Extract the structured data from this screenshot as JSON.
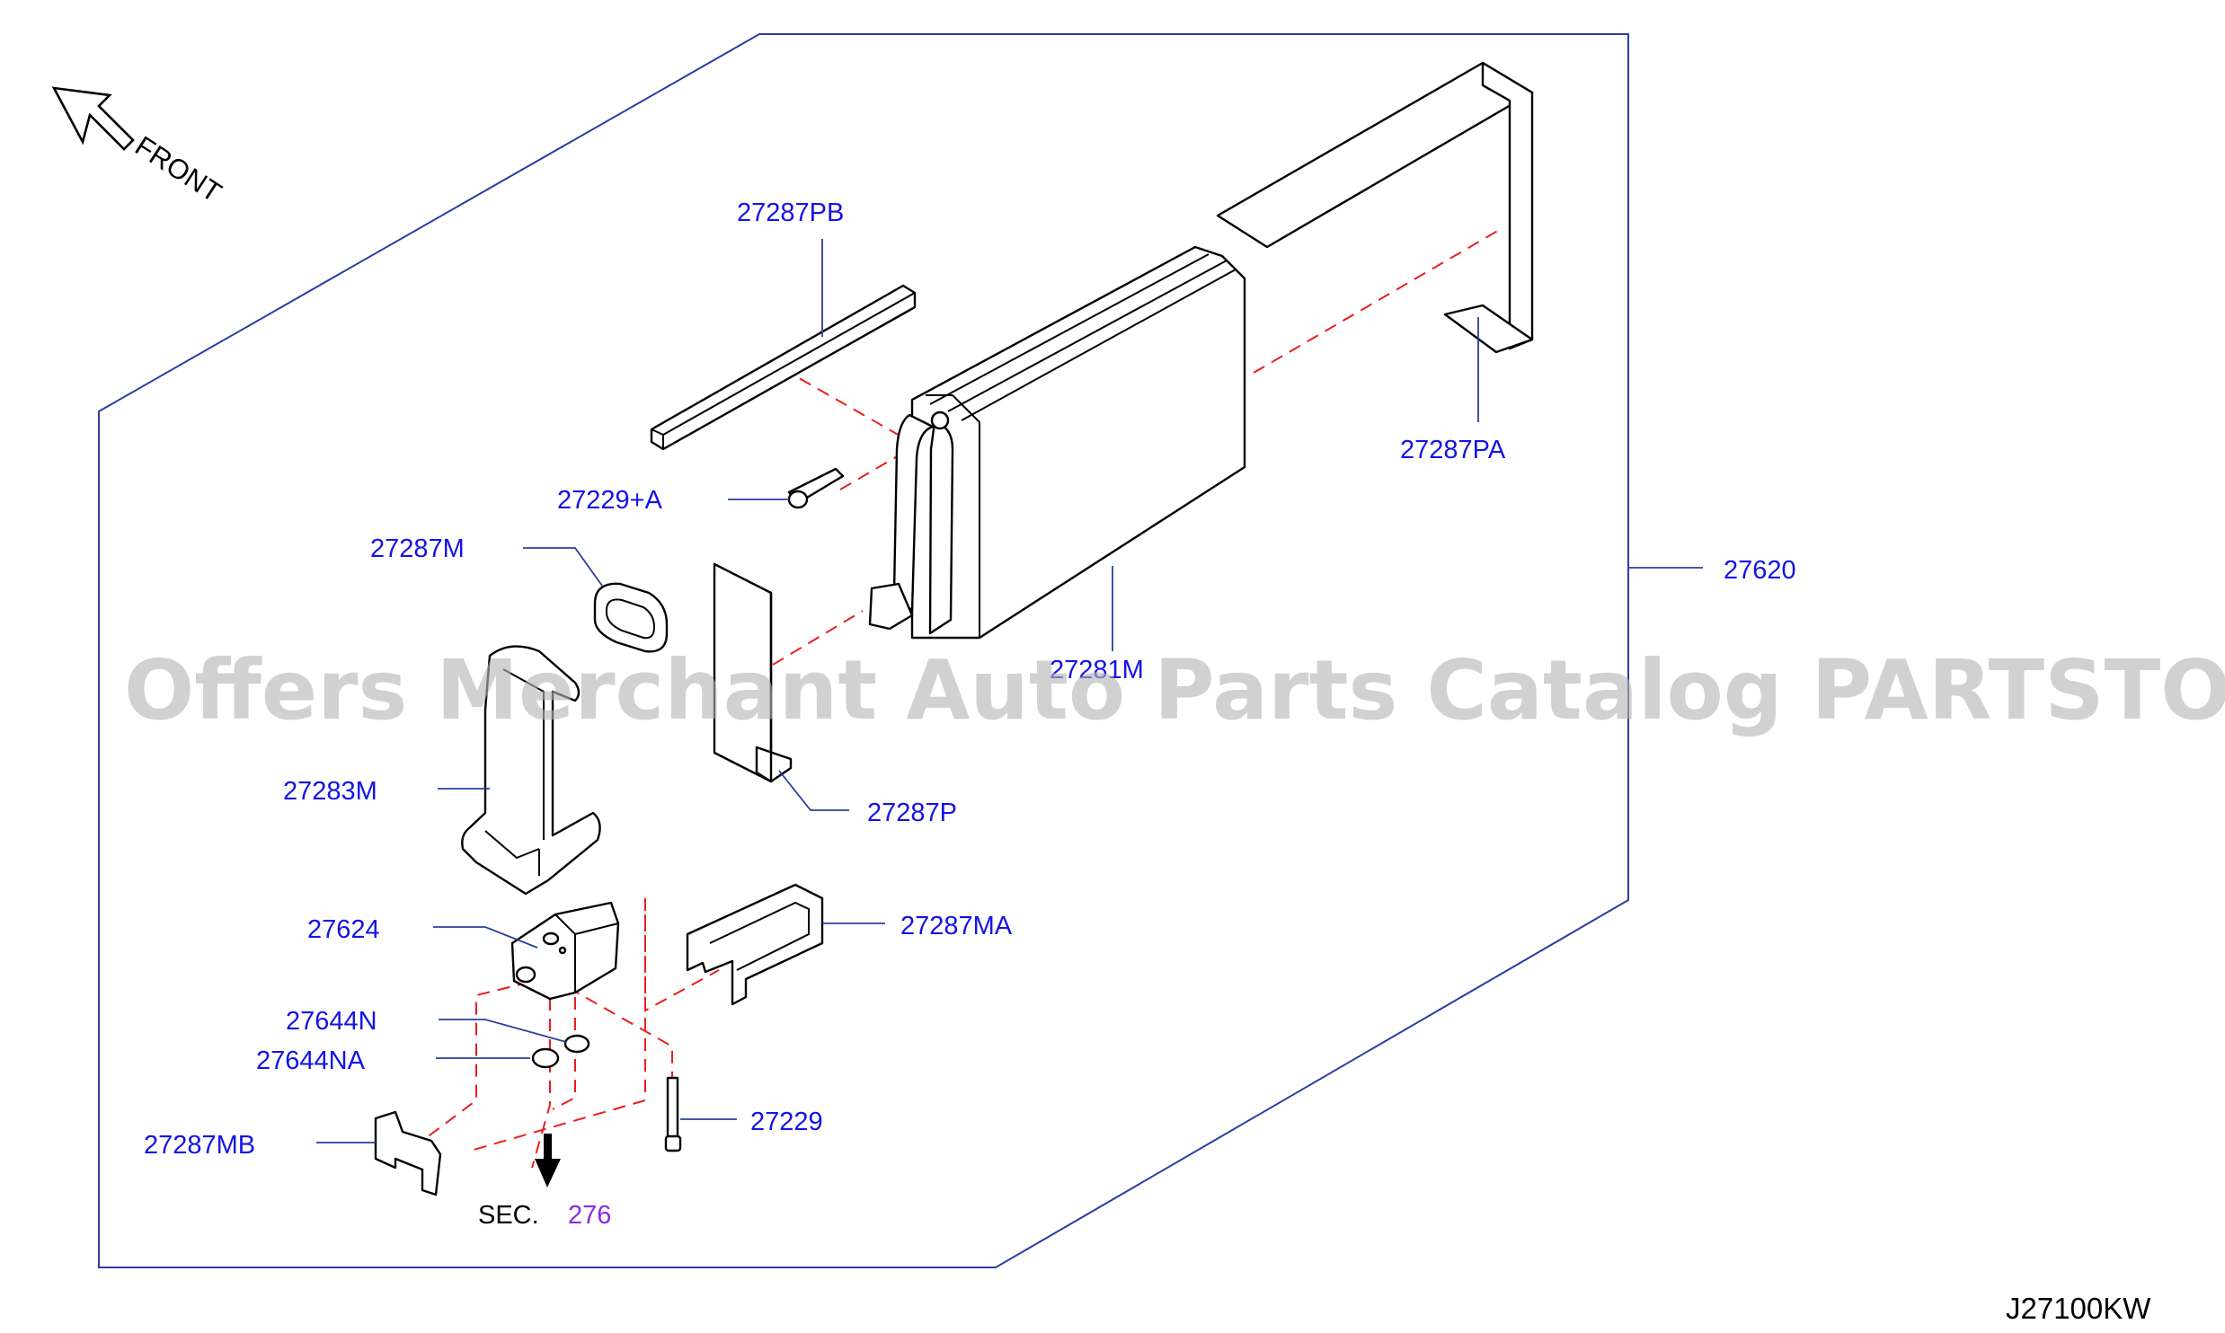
{
  "front_label": "FRONT",
  "diagram_code": "J27100KW",
  "watermark": "Offers Merchant Auto Parts Catalog PARTSTORE.SA",
  "section_ref": {
    "prefix": "SEC.",
    "number": "276"
  },
  "parts": {
    "p27287PB": "27287PB",
    "p27287PA": "27287PA",
    "p27229A": "27229+A",
    "p27287M": "27287M",
    "p27620": "27620",
    "p27281M": "27281M",
    "p27283M": "27283M",
    "p27287P": "27287P",
    "p27624": "27624",
    "p27287MA": "27287MA",
    "p27644N": "27644N",
    "p27644NA": "27644NA",
    "p27229": "27229",
    "p27287MB": "27287MB"
  },
  "colors": {
    "label": "#1414e6",
    "leader": "#2a3fa0",
    "exploded_dash": "#ee1c1c",
    "section_number": "#8a2be2",
    "watermark": "#b4b4b4"
  }
}
